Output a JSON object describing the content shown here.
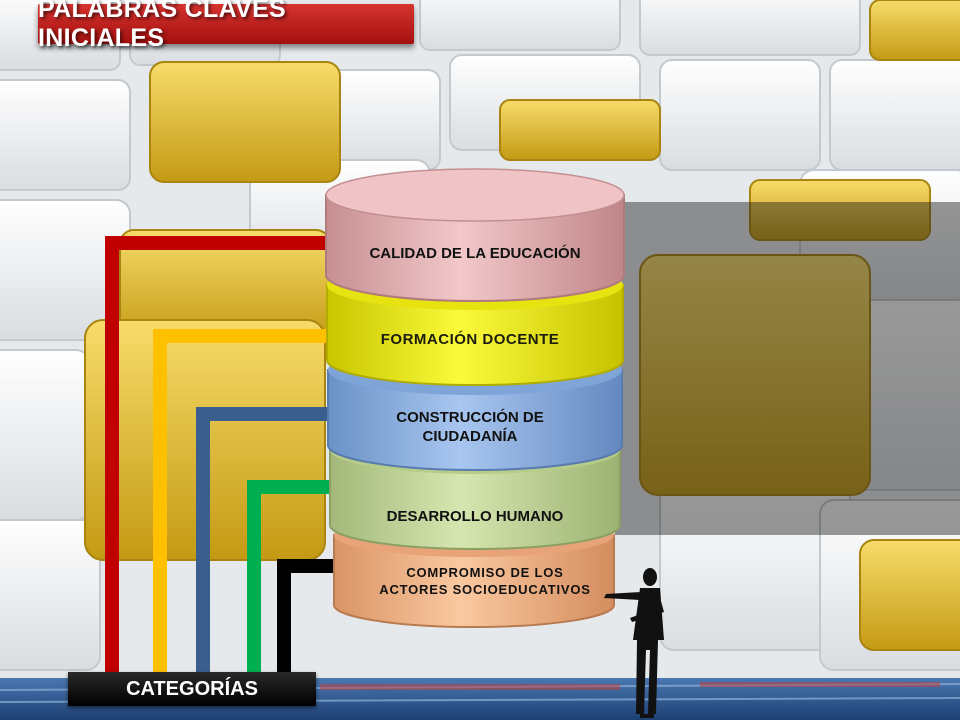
{
  "title": "PALABRAS CLAVES INICIALES",
  "categories_label": "CATEGORÍAS",
  "layers": [
    {
      "label": "CALIDAD DE LA EDUCACIÓN",
      "color": "#e8b6b8",
      "line_color": "#c00000"
    },
    {
      "label": "FORMACIÓN DOCENTE",
      "color": "#f3f01a",
      "line_color": "#ffc000"
    },
    {
      "label": "CONSTRUCCIÓN DE CIUDADANÍA",
      "color": "#8fb6e8",
      "line_color": "#3a5f8f"
    },
    {
      "label": "DESARROLLO HUMANO",
      "color": "#c6d99a",
      "line_color": "#00b050"
    },
    {
      "label": "COMPROMISO DE LOS ACTORES SOCIOEDUCATIVOS",
      "color": "#f5b98c",
      "line_color": "#000000"
    }
  ]
}
